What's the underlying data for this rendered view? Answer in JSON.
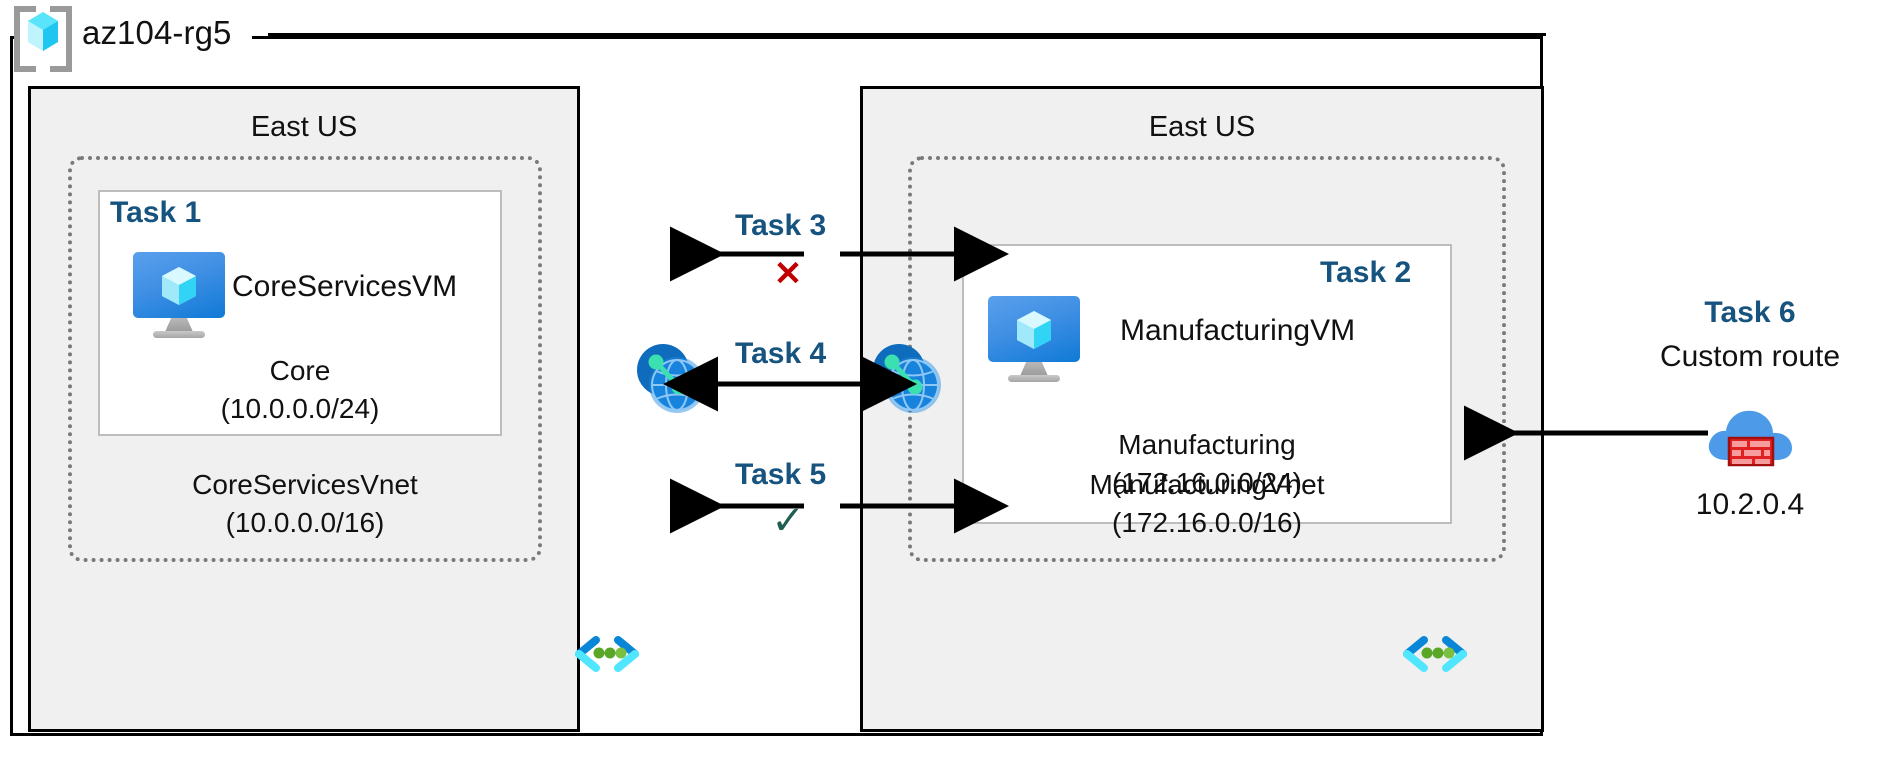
{
  "diagram": {
    "resource_group": {
      "name": "az104-rg5",
      "icon": "azure-resource-group-icon"
    },
    "regions": [
      {
        "id": "left",
        "label": "East US"
      },
      {
        "id": "right",
        "label": "East US"
      }
    ],
    "vnets": [
      {
        "id": "core",
        "name": "CoreServicesVnet",
        "cidr": "(10.0.0.0/16)",
        "subnet": {
          "task": "Task 1",
          "name": "Core",
          "cidr": "(10.0.0.0/24)",
          "vm": {
            "name": "CoreServicesVM",
            "icon": "virtual-machine-icon"
          }
        },
        "subnet_icon": "subnet-icon",
        "peering_icon": "vnet-peering-icon"
      },
      {
        "id": "manufacturing",
        "name": "ManufacturingVnet",
        "cidr": "(172.16.0.0/16)",
        "subnet": {
          "task": "Task 2",
          "name": "Manufacturing",
          "cidr": "(172.16.0.0/24)",
          "vm": {
            "name": "ManufacturingVM",
            "icon": "virtual-machine-icon"
          }
        },
        "subnet_icon": "subnet-icon",
        "peering_icon": "vnet-peering-icon"
      }
    ],
    "connections": [
      {
        "id": "task3",
        "label": "Task 3",
        "marker": "✕",
        "marker_kind": "cross",
        "direction": "bidirectional-split"
      },
      {
        "id": "task4",
        "label": "Task 4",
        "marker": "",
        "marker_kind": "none",
        "direction": "bidirectional"
      },
      {
        "id": "task5",
        "label": "Task 5",
        "marker": "✓",
        "marker_kind": "check",
        "direction": "bidirectional-split"
      }
    ],
    "custom_route": {
      "task": "Task 6",
      "label": "Custom route",
      "ip": "10.2.0.4",
      "icon": "firewall-icon"
    },
    "colors": {
      "task_blue": "#16537e",
      "cross_red": "#c00000",
      "check_green": "#1f5f54",
      "region_fill": "#f0f0f0",
      "vnet_dash": "#7a7a7a",
      "azure_blue": "#0f7ad6",
      "cube_cyan": "#50e6ff"
    }
  }
}
